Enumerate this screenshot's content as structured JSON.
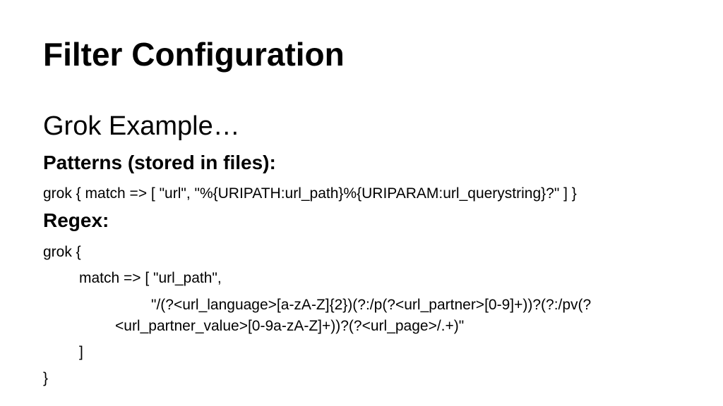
{
  "slide": {
    "title": "Filter Configuration",
    "subtitle": "Grok Example…",
    "patterns_heading": "Patterns (stored in files):",
    "patterns_line": "grok { match => [ \"url\", \"%{URIPATH:url_path}%{URIPARAM:url_querystring}?\" ] }",
    "regex_heading": "Regex:",
    "regex_lines": {
      "grok_open": "grok {",
      "match": "match => [ \"url_path\",",
      "regex_part1": "\"/(?<url_language>[a-zA-Z]{2})(?:/p(?<url_partner>[0-9]+))?(?:/pv(?",
      "regex_part2": "<url_partner_value>[0-9a-zA-Z]+))?(?<url_page>/.+)\"",
      "close_bracket": "]",
      "close_brace": "}"
    }
  }
}
